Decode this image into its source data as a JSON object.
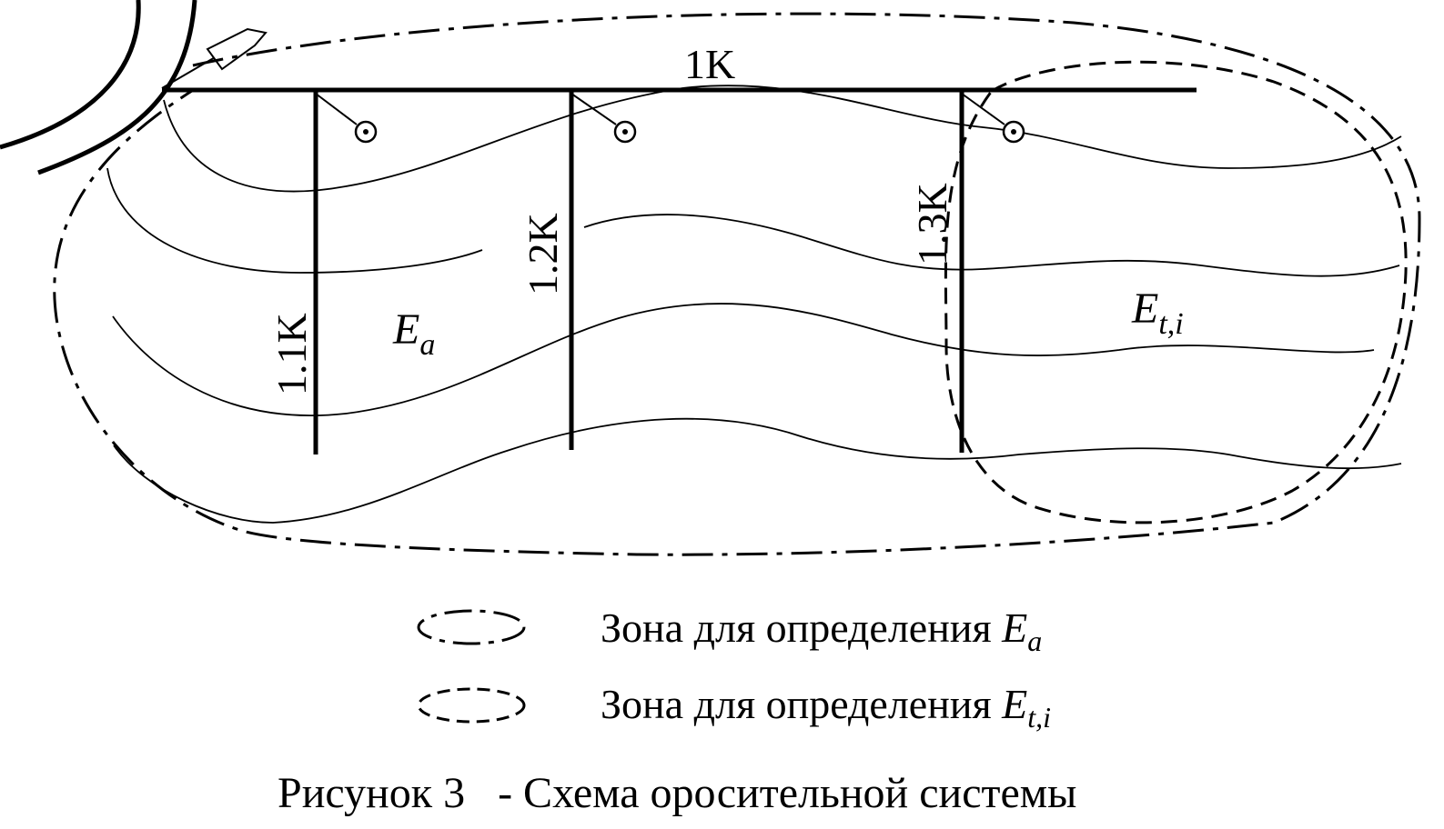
{
  "diagram": {
    "labels": {
      "main_canal": "1K",
      "canal_1": "1.1K",
      "canal_2": "1.2K",
      "canal_3": "1.3K",
      "zone_a_main": "E",
      "zone_a_sub": "a",
      "zone_ti_main": "E",
      "zone_ti_sub": "t,i"
    }
  },
  "legend": {
    "items": [
      {
        "text": "Зона для определения ",
        "symbol_main": "E",
        "symbol_sub": "a",
        "line_style": "dash-dot"
      },
      {
        "text": "Зона для определения ",
        "symbol_main": "E",
        "symbol_sub": "t,i",
        "line_style": "dashed"
      }
    ]
  },
  "caption": "Рисунок 3   - Схема оросительной системы"
}
